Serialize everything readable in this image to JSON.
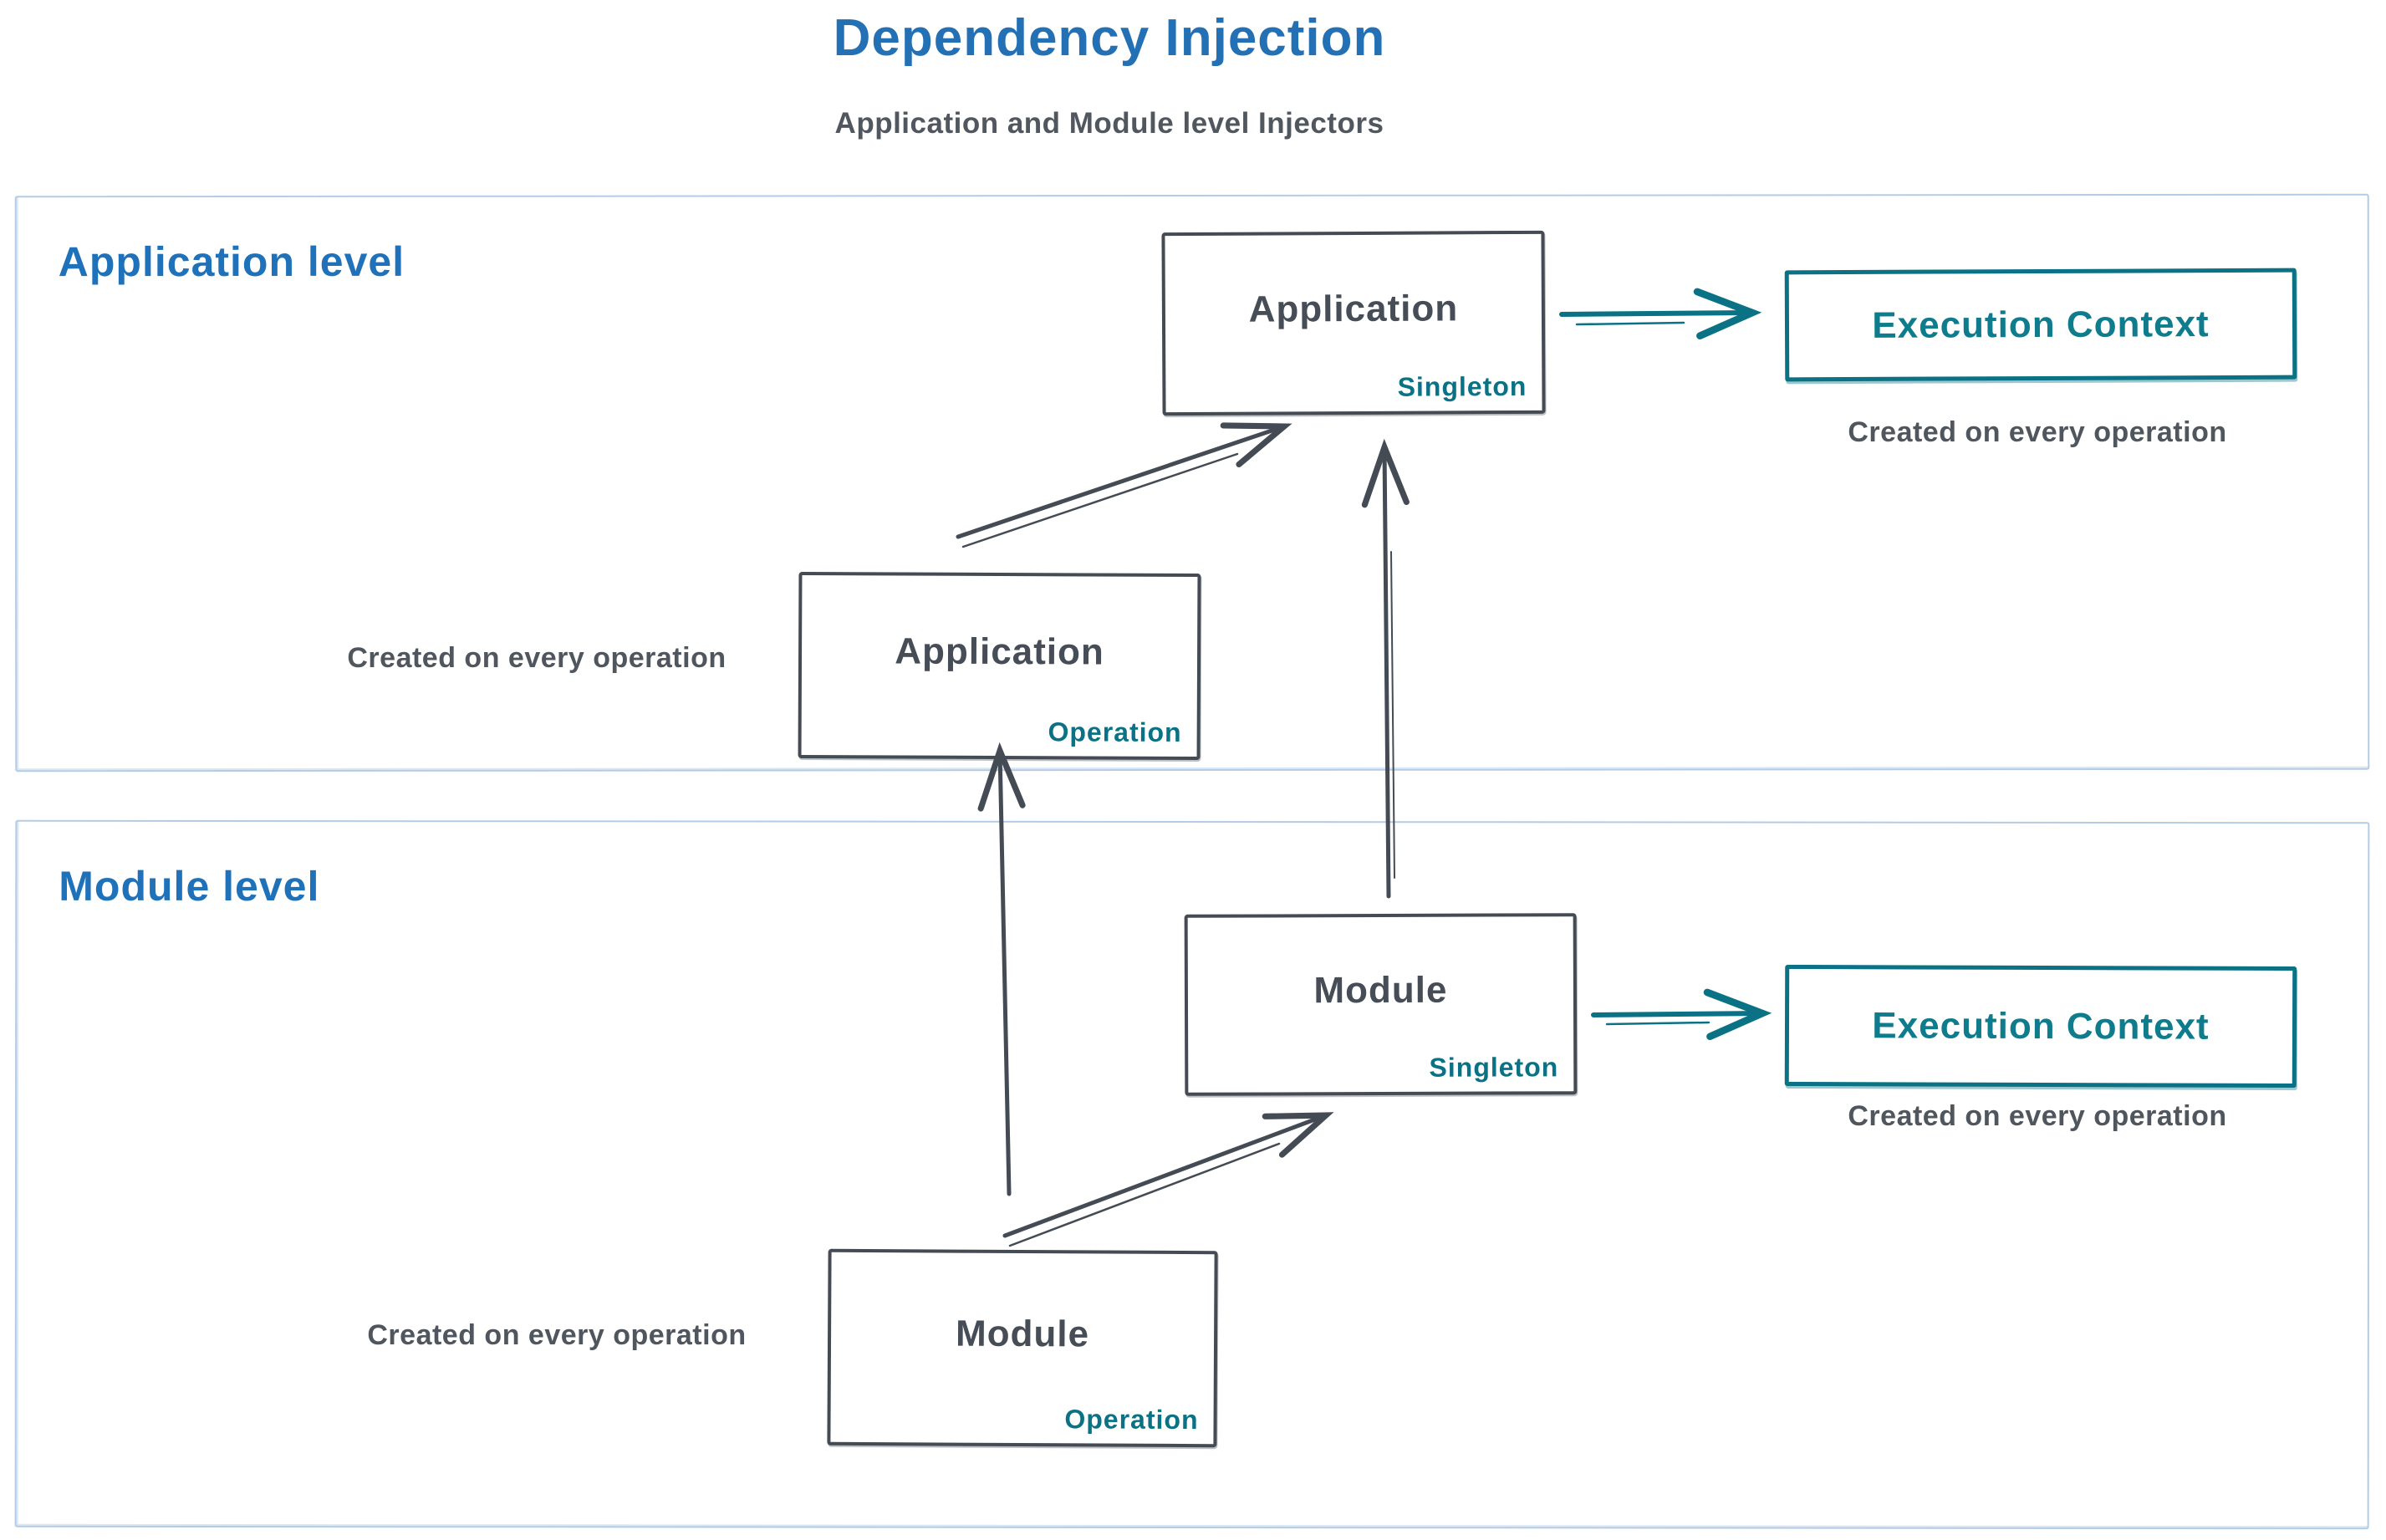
{
  "title": "Dependency Injection",
  "subtitle": "Application and Module level Injectors",
  "colors": {
    "title_blue": "#2470b4",
    "label_blue": "#1f72b9",
    "teal": "#0b7285",
    "dark_stroke": "#454b54",
    "container_border": "#b4cbe5",
    "note_gray": "#50565e"
  },
  "application_level": {
    "label": "Application level",
    "singleton_box": {
      "title": "Application",
      "scope": "Singleton"
    },
    "operation_box": {
      "title": "Application",
      "scope": "Operation"
    },
    "operation_note": "Created on every operation",
    "execution_context": {
      "label": "Execution Context",
      "note": "Created on every operation"
    }
  },
  "module_level": {
    "label": "Module level",
    "singleton_box": {
      "title": "Module",
      "scope": "Singleton"
    },
    "operation_box": {
      "title": "Module",
      "scope": "Operation"
    },
    "operation_note": "Created on every operation",
    "execution_context": {
      "label": "Execution Context",
      "note": "Created on every operation"
    }
  }
}
